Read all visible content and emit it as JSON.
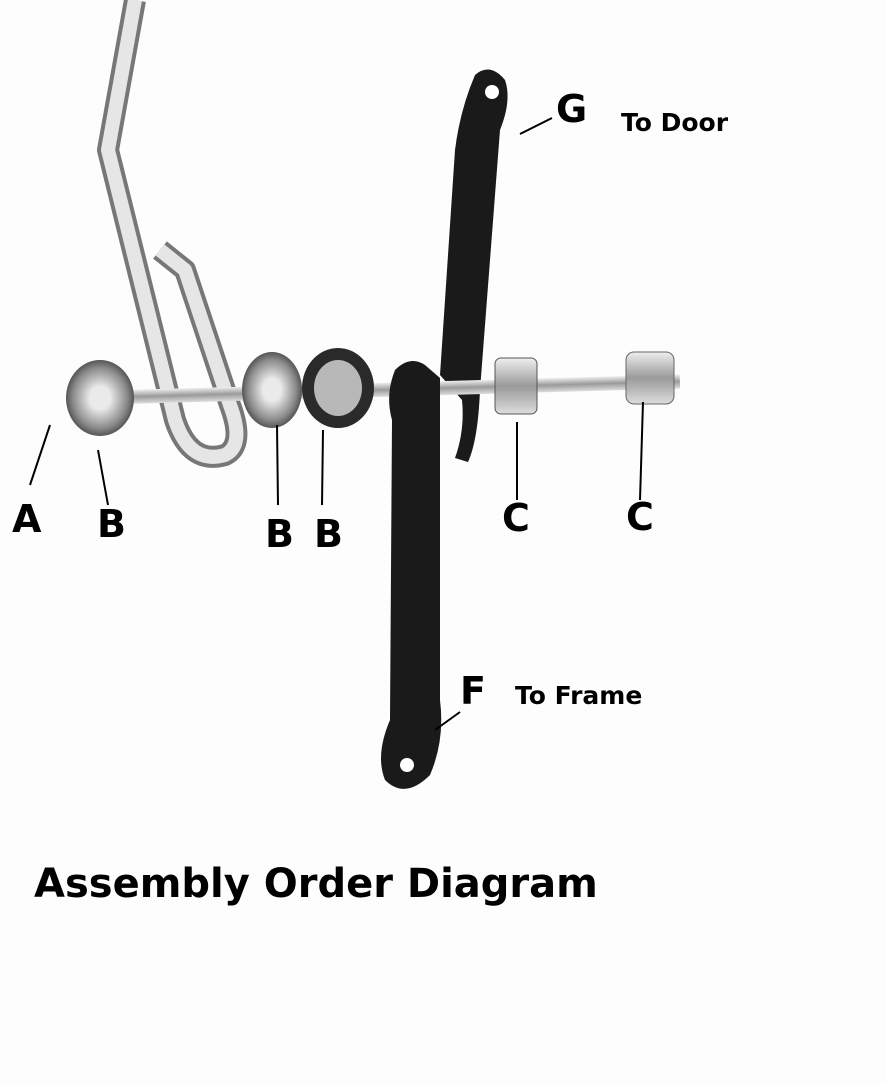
{
  "title": "Assembly Order Diagram",
  "parts": [
    {
      "key": "A",
      "label": "A"
    },
    {
      "key": "B1",
      "label": "B"
    },
    {
      "key": "B2",
      "label": "B"
    },
    {
      "key": "B3",
      "label": "B"
    },
    {
      "key": "C1",
      "label": "C"
    },
    {
      "key": "C2",
      "label": "C"
    },
    {
      "key": "G",
      "label": "G",
      "note": "To Door"
    },
    {
      "key": "F",
      "label": "F",
      "note": "To Frame"
    }
  ]
}
